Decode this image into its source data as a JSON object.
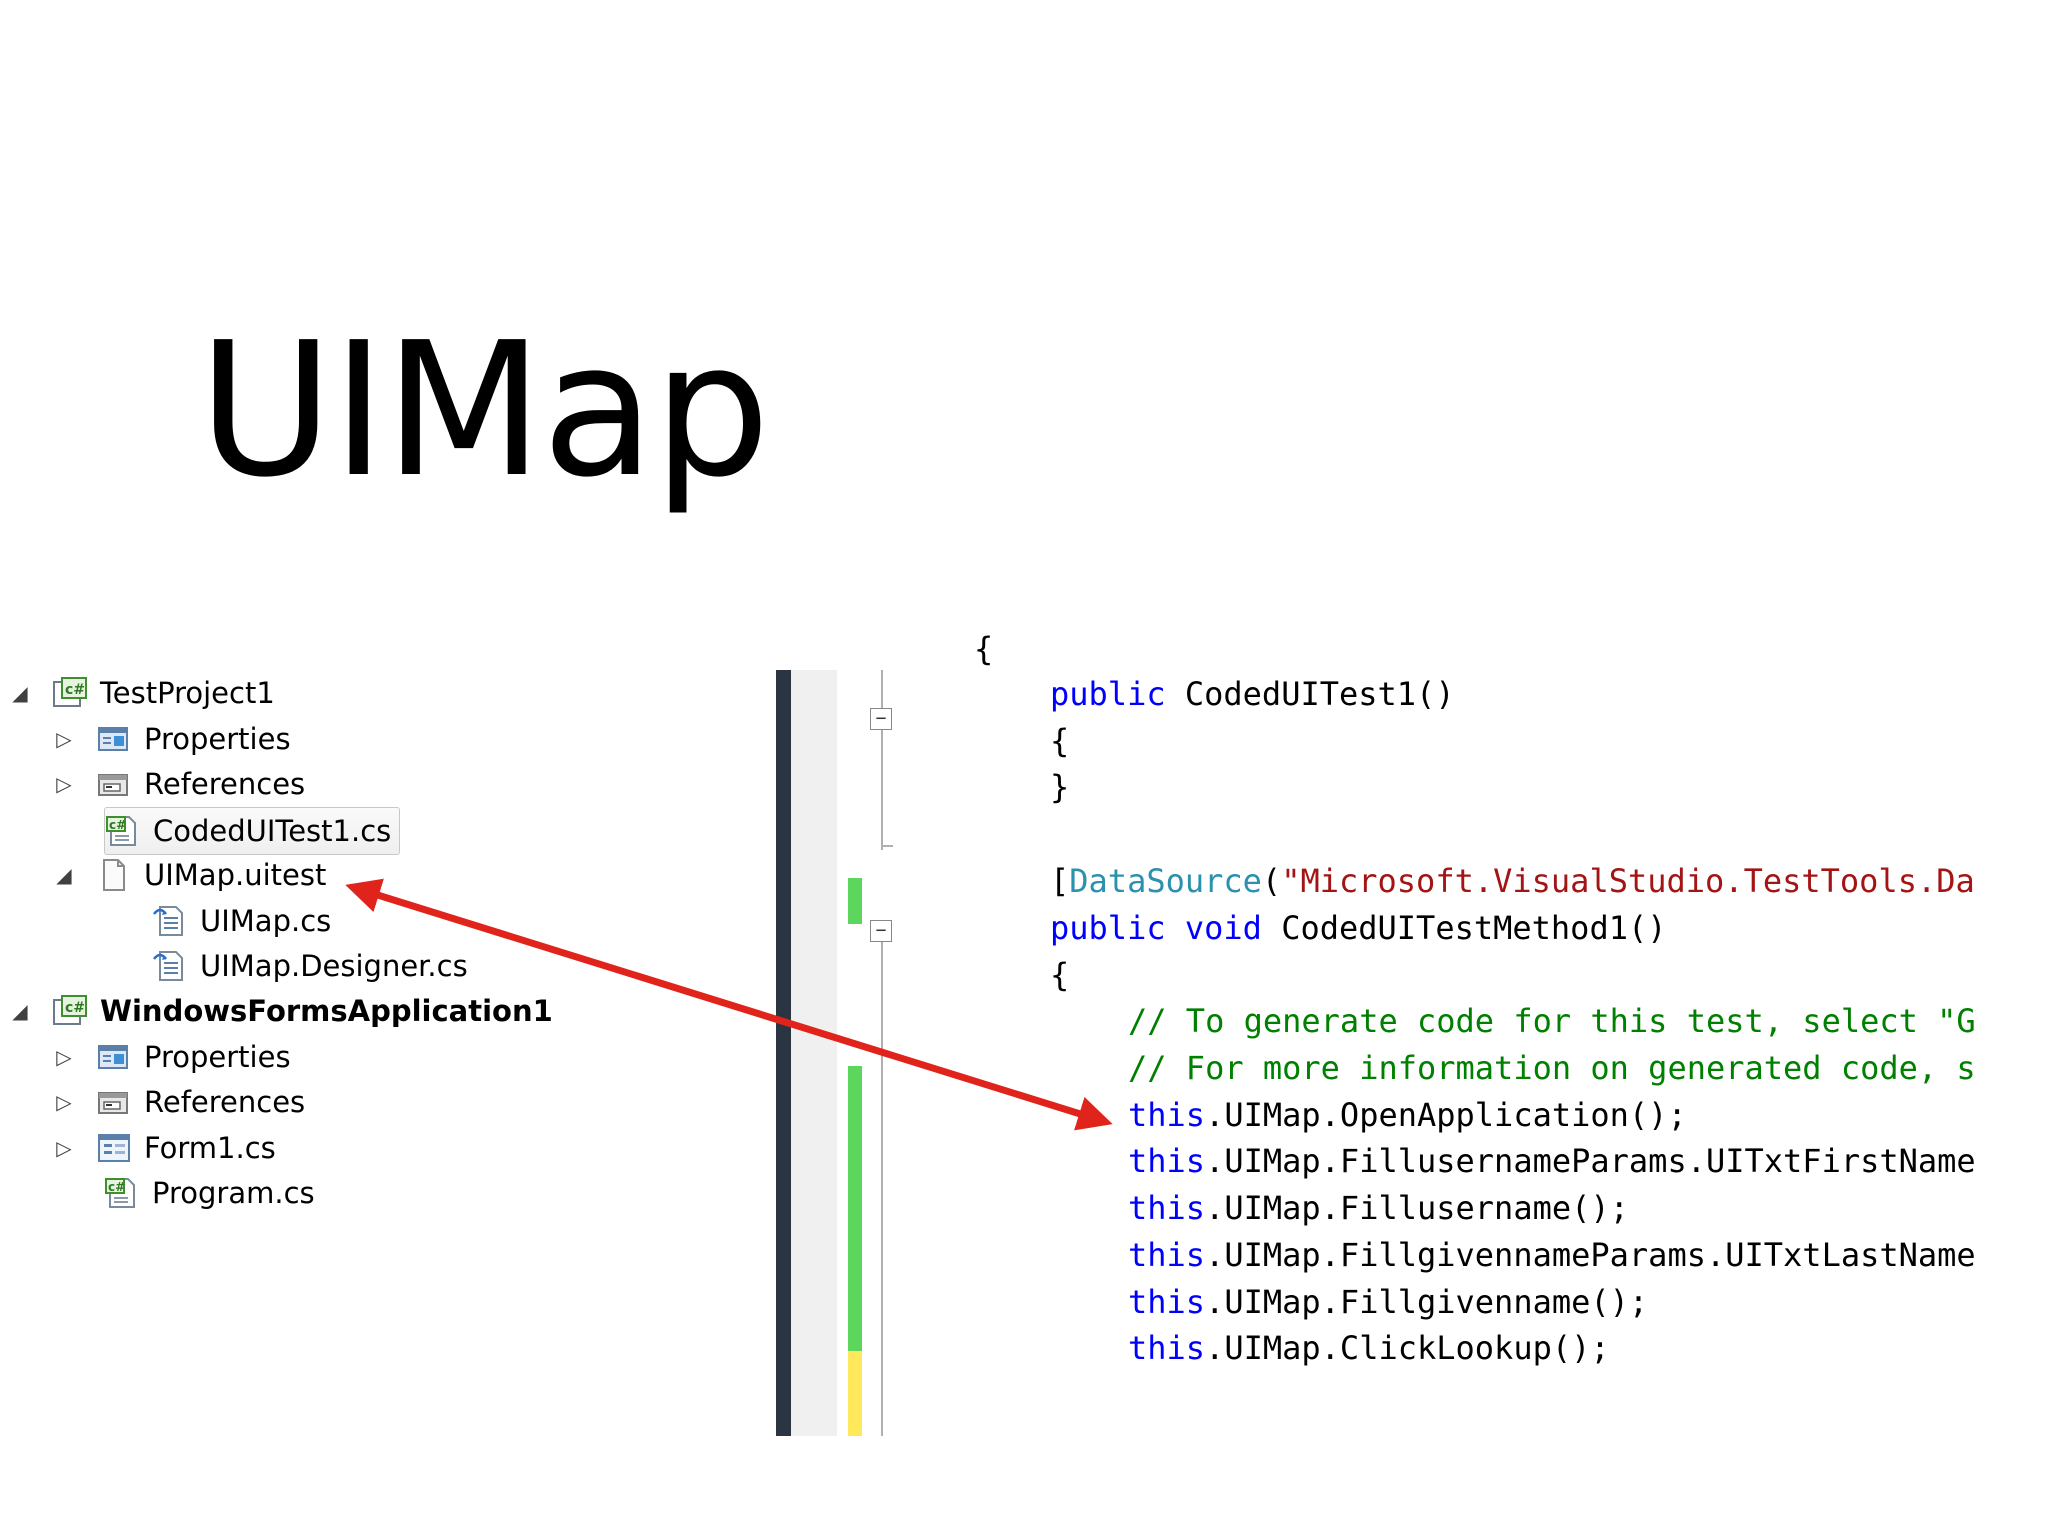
{
  "slide": {
    "title": "UIMap"
  },
  "solution_explorer": {
    "items": [
      {
        "label": "TestProject1",
        "expander": "◢",
        "icon": "csharp-project-icon",
        "bold": false
      },
      {
        "label": "Properties",
        "expander": "▷",
        "icon": "properties-icon",
        "bold": false
      },
      {
        "label": "References",
        "expander": "▷",
        "icon": "references-icon",
        "bold": false
      },
      {
        "label": "CodedUITest1.cs",
        "expander": "",
        "icon": "csharp-file-icon",
        "bold": false,
        "selected": true
      },
      {
        "label": "UIMap.uitest",
        "expander": "◢",
        "icon": "uitest-file-icon",
        "bold": false
      },
      {
        "label": "UIMap.cs",
        "expander": "",
        "icon": "code-file-icon",
        "bold": false
      },
      {
        "label": "UIMap.Designer.cs",
        "expander": "",
        "icon": "code-file-icon",
        "bold": false
      },
      {
        "label": "WindowsFormsApplication1",
        "expander": "◢",
        "icon": "csharp-project-icon",
        "bold": true
      },
      {
        "label": "Properties",
        "expander": "▷",
        "icon": "properties-icon",
        "bold": false
      },
      {
        "label": "References",
        "expander": "▷",
        "icon": "references-icon",
        "bold": false
      },
      {
        "label": "Form1.cs",
        "expander": "▷",
        "icon": "form-file-icon",
        "bold": false
      },
      {
        "label": "Program.cs",
        "expander": "",
        "icon": "csharp-file-icon",
        "bold": false
      }
    ]
  },
  "editor": {
    "fold_glyph": "−",
    "lines": [
      [
        {
          "t": "plain",
          "v": "{"
        }
      ],
      [
        {
          "t": "kw",
          "v": "public"
        },
        {
          "t": "plain",
          "v": " CodedUITest1()"
        }
      ],
      [
        {
          "t": "plain",
          "v": "{"
        }
      ],
      [
        {
          "t": "plain",
          "v": "}"
        }
      ],
      [],
      [
        {
          "t": "plain",
          "v": "["
        },
        {
          "t": "ty",
          "v": "DataSource"
        },
        {
          "t": "plain",
          "v": "("
        },
        {
          "t": "str",
          "v": "\"Microsoft.VisualStudio.TestTools.Da"
        }
      ],
      [
        {
          "t": "kw",
          "v": "public"
        },
        {
          "t": "plain",
          "v": " "
        },
        {
          "t": "kw",
          "v": "void"
        },
        {
          "t": "plain",
          "v": " CodedUITestMethod1()"
        }
      ],
      [
        {
          "t": "plain",
          "v": "{"
        }
      ],
      [
        {
          "t": "cm",
          "v": "// To generate code for this test, select \"G"
        }
      ],
      [
        {
          "t": "cm",
          "v": "// For more information on generated code, s"
        }
      ],
      [
        {
          "t": "kw",
          "v": "this"
        },
        {
          "t": "plain",
          "v": ".UIMap.OpenApplication();"
        }
      ],
      [
        {
          "t": "kw",
          "v": "this"
        },
        {
          "t": "plain",
          "v": ".UIMap.FillusernameParams.UITxtFirstName"
        }
      ],
      [
        {
          "t": "kw",
          "v": "this"
        },
        {
          "t": "plain",
          "v": ".UIMap.Fillusername();"
        }
      ],
      [
        {
          "t": "kw",
          "v": "this"
        },
        {
          "t": "plain",
          "v": ".UIMap.FillgivennameParams.UITxtLastName"
        }
      ],
      [
        {
          "t": "kw",
          "v": "this"
        },
        {
          "t": "plain",
          "v": ".UIMap.Fillgivenname();"
        }
      ],
      [
        {
          "t": "kw",
          "v": "this"
        },
        {
          "t": "plain",
          "v": ".UIMap.ClickLookup();"
        }
      ]
    ]
  },
  "colors": {
    "keyword": "#0000ff",
    "type": "#2b91af",
    "string": "#a31515",
    "comment": "#008000",
    "change_saved": "#5cd65c",
    "change_unsaved": "#ffe85c",
    "arrow": "#e0241c"
  }
}
